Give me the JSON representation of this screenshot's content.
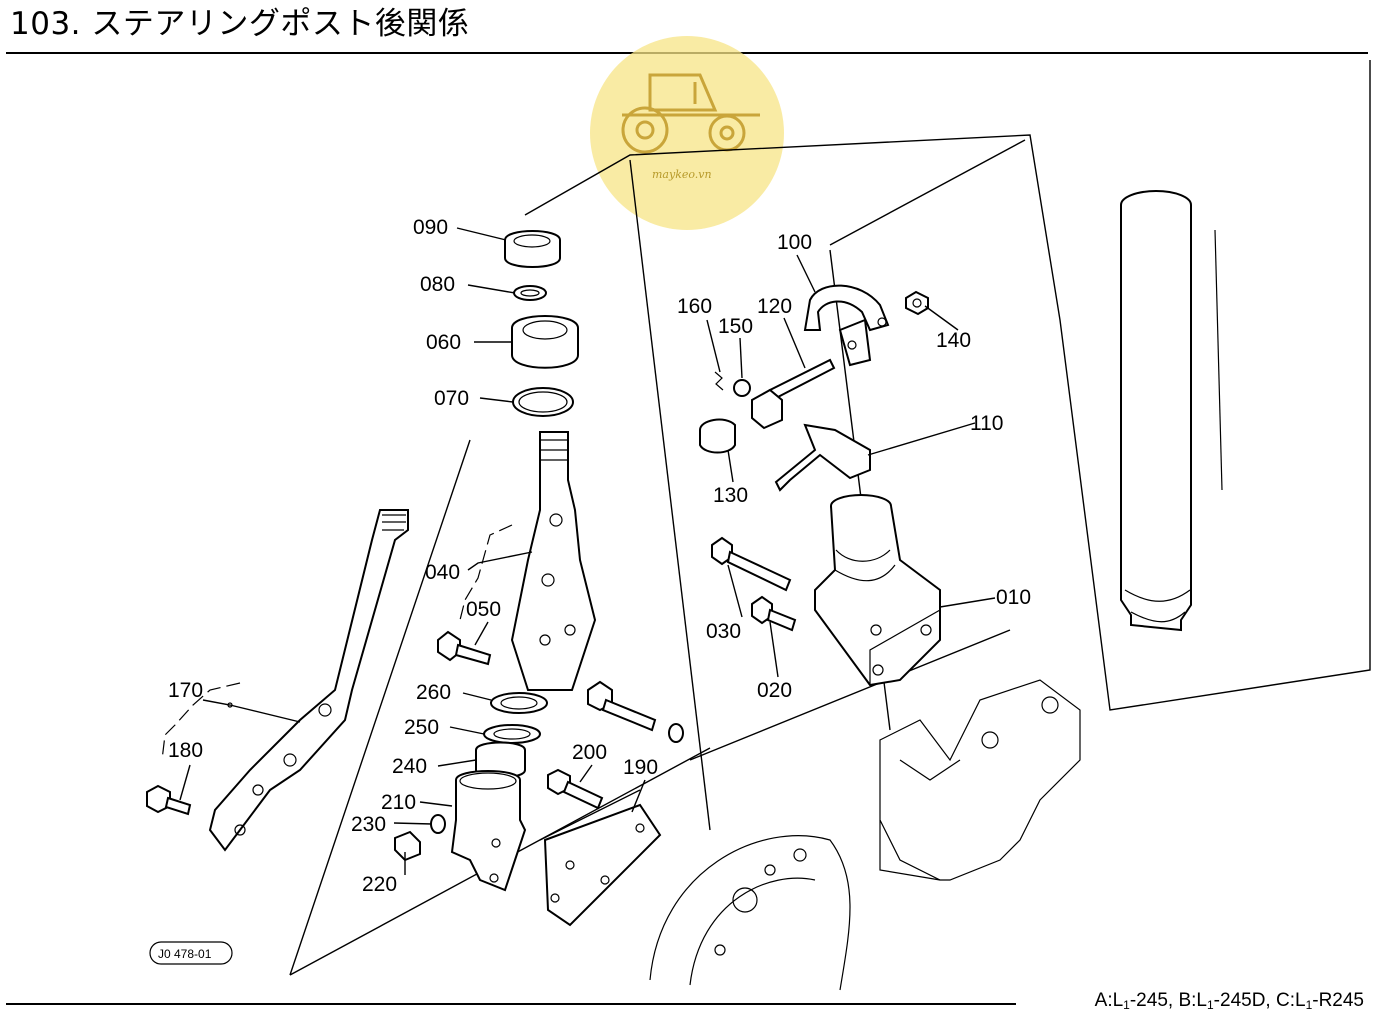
{
  "title": "103. ステアリングポスト後関係",
  "reference_code": "J0 478-01",
  "watermark": {
    "text": "maykeo.vn",
    "color": "#f6e27a",
    "icon": "tractor-icon"
  },
  "model_note": {
    "a_prefix": "A:L",
    "a_sub": "1",
    "a_suffix": "-245,",
    "b_prefix": "B:L",
    "b_sub": "1",
    "b_suffix": "-245D,",
    "c_prefix": "C:L",
    "c_sub": "1",
    "c_suffix": "-R245"
  },
  "callouts": {
    "p010": "010",
    "p020": "020",
    "p030": "030",
    "p040": "040",
    "p050": "050",
    "p060": "060",
    "p070": "070",
    "p080": "080",
    "p090": "090",
    "p100": "100",
    "p110": "110",
    "p120": "120",
    "p130": "130",
    "p140": "140",
    "p150": "150",
    "p160": "160",
    "p170": "170",
    "p180": "180",
    "p190": "190",
    "p200": "200",
    "p210": "210",
    "p220": "220",
    "p230": "230",
    "p240": "240",
    "p250": "250",
    "p260": "260"
  }
}
